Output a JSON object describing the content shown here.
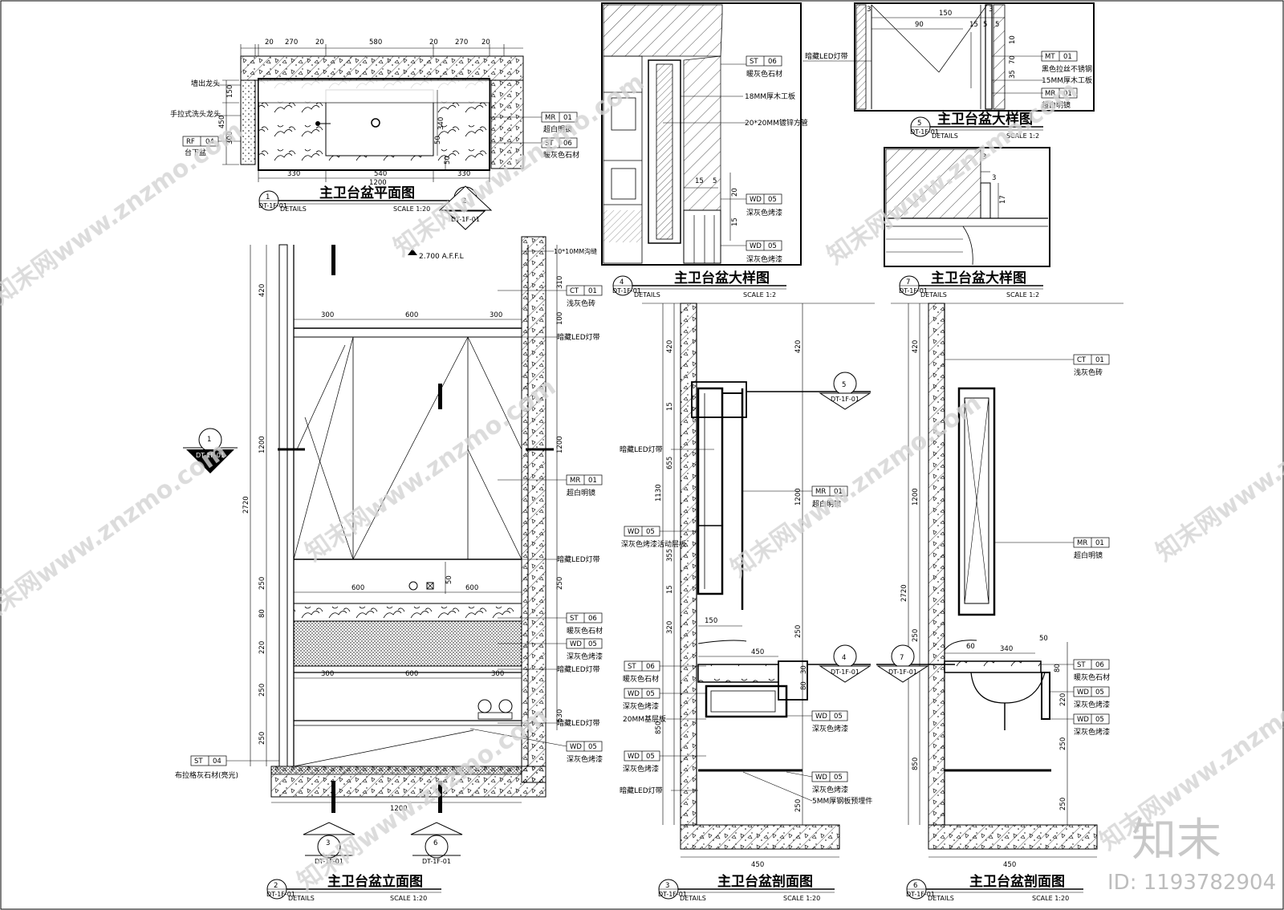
{
  "watermark": {
    "text": "知末网www.znzmo.com",
    "logo": "知末",
    "id": "ID: 1193782904"
  },
  "views": {
    "plan": {
      "title": "主卫台盆平面图",
      "no": "1",
      "sheet": "DT-1F-01",
      "details": "DETAILS",
      "scale": "SCALE 1:20"
    },
    "elev": {
      "title": "主卫台盆立面图",
      "no": "2",
      "sheet": "DT-1F-01",
      "details": "DETAILS",
      "scale": "SCALE 1:20"
    },
    "sec3": {
      "title": "主卫台盆剖面图",
      "no": "3",
      "sheet": "DT-1F-01",
      "details": "DETAILS",
      "scale": "SCALE 1:20"
    },
    "det4": {
      "title": "主卫台盆大样图",
      "no": "4",
      "sheet": "DT-1F-01",
      "details": "DETAILS",
      "scale": "SCALE 1:2"
    },
    "det5": {
      "title": "主卫台盆大样图",
      "no": "5",
      "sheet": "DT-1F-01",
      "details": "DETAILS",
      "scale": "SCALE 1:2"
    },
    "sec6": {
      "title": "主卫台盆剖面图",
      "no": "6",
      "sheet": "DT-1F-01",
      "details": "DETAILS",
      "scale": "SCALE 1:20"
    },
    "det7": {
      "title": "主卫台盆大样图",
      "no": "7",
      "sheet": "DT-1F-01",
      "details": "DETAILS",
      "scale": "SCALE 1:2"
    }
  },
  "markers": {
    "m1": {
      "no": "1",
      "sheet": "DT-1F-01"
    },
    "m2": {
      "no": "2",
      "sheet": "DT-1F-01"
    },
    "m3": {
      "no": "3",
      "sheet": "DT-1F-01"
    },
    "m4": {
      "no": "4",
      "sheet": "DT-1F-01"
    },
    "m5": {
      "no": "5",
      "sheet": "DT-1F-01"
    },
    "m6": {
      "no": "6",
      "sheet": "DT-1F-01"
    },
    "m7": {
      "no": "7",
      "sheet": "DT-1F-01"
    }
  },
  "plan_dims": {
    "top": [
      "20",
      "270",
      "20",
      "580",
      "20",
      "270",
      "20"
    ],
    "bottom": [
      "330",
      "540",
      "330",
      "1200"
    ],
    "side": [
      "150",
      "450",
      "300",
      "340",
      "50",
      "50"
    ]
  },
  "plan_notes": {
    "n1": "墙出龙头",
    "n2": "手拉式洗头龙头",
    "n3": "台下盆",
    "n3_code": "RF",
    "n3_no": "04"
  },
  "tags": {
    "p_mr": {
      "code": "MR",
      "no": "01",
      "text": "超白明镜"
    },
    "p_st": {
      "code": "ST",
      "no": "06",
      "text": "暖灰色石材"
    },
    "e_ct": {
      "code": "CT",
      "no": "01",
      "text": "浅灰色砖"
    },
    "e_mr": {
      "code": "MR",
      "no": "01",
      "text": "超白明镜"
    },
    "e_st": {
      "code": "ST",
      "no": "06",
      "text": "暖灰色石材"
    },
    "e_wd1": {
      "code": "WD",
      "no": "05",
      "text": "深灰色烤漆"
    },
    "e_wd2": {
      "code": "WD",
      "no": "05",
      "text": "深灰色烤漆"
    },
    "e_st4": {
      "code": "ST",
      "no": "04",
      "text": "布拉格灰石材(亮光)"
    },
    "d4_st": {
      "code": "ST",
      "no": "06",
      "text": "暖灰色石材"
    },
    "d4_wd1": {
      "code": "WD",
      "no": "05",
      "text": "深灰色烤漆"
    },
    "d4_wd2": {
      "code": "WD",
      "no": "05",
      "text": "深灰色烤漆"
    },
    "d5_mt": {
      "code": "MT",
      "no": "01",
      "text": "黑色拉丝不锈钢"
    },
    "d5_mr": {
      "code": "MR",
      "no": "01",
      "text": "超白明镜"
    },
    "s3_mr": {
      "code": "MR",
      "no": "01",
      "text": "超白明镜"
    },
    "s3_wdl": {
      "code": "WD",
      "no": "05",
      "text": "深灰色烤漆活动层板"
    },
    "s3_st": {
      "code": "ST",
      "no": "06",
      "text": "暖灰色石材"
    },
    "s3_wd2": {
      "code": "WD",
      "no": "05",
      "text": "深灰色烤漆"
    },
    "s3_wd3": {
      "code": "WD",
      "no": "05",
      "text": "深灰色烤漆"
    },
    "s3_wd4": {
      "code": "WD",
      "no": "05",
      "text": "深灰色烤漆"
    },
    "s3_wd5": {
      "code": "WD",
      "no": "05",
      "text": "深灰色烤漆"
    },
    "s6_ct": {
      "code": "CT",
      "no": "01",
      "text": "浅灰色砖"
    },
    "s6_mr": {
      "code": "MR",
      "no": "01",
      "text": "超白明镜"
    },
    "s6_st": {
      "code": "ST",
      "no": "06",
      "text": "暖灰色石材"
    },
    "s6_wd1": {
      "code": "WD",
      "no": "05",
      "text": "深灰色烤漆"
    },
    "s6_wd2": {
      "code": "WD",
      "no": "05",
      "text": "深灰色烤漆"
    }
  },
  "notes": {
    "e_groove": "10*10MM沟缝",
    "e_led1": "暗藏LED灯带",
    "e_led2": "暗藏LED灯带",
    "e_led3": "暗藏LED灯带",
    "e_led4": "暗藏LED灯带",
    "e_level": "2.700 A.F.F.L",
    "d4_wood": "18MM厚木工板",
    "d4_tube": "20*20MM镀锌方管",
    "d5_led": "暗藏LED灯带",
    "d5_board": "15MM厚木工板",
    "s3_led1": "暗藏LED灯带",
    "s3_led2": "暗藏LED灯带",
    "s3_base": "20MM基层板",
    "s3_steel": "5MM厚钢板预埋件"
  },
  "elev_dims": {
    "top": [
      "300",
      "600",
      "300"
    ],
    "mid": [
      "600",
      "600"
    ],
    "low": [
      "300",
      "600",
      "300"
    ],
    "bottom": "1200",
    "left": [
      "420",
      "1200",
      "250",
      "80",
      "220",
      "250",
      "250"
    ],
    "total": "2720",
    "right": [
      "310",
      "100",
      "1200",
      "250",
      "530"
    ],
    "tap": "50"
  },
  "sec3_dims": {
    "left": [
      "420",
      "15",
      "655",
      "1130",
      "355",
      "15",
      "320",
      "850"
    ],
    "right": [
      "420",
      "1200",
      "250",
      "30",
      "80",
      "250"
    ],
    "h": [
      "150",
      "450",
      "450"
    ],
    "d4": [
      "15",
      "5",
      "20",
      "15"
    ]
  },
  "sec6_dims": {
    "left": [
      "420",
      "1200",
      "250",
      "2720",
      "850"
    ],
    "right": [
      "60",
      "220",
      "250",
      "250",
      "80"
    ],
    "h": [
      "340",
      "50",
      "450"
    ]
  },
  "det5_dims": [
    "150",
    "90",
    "15",
    "5",
    "5",
    "10",
    "70",
    "35",
    "3",
    "3"
  ],
  "det7_dims": [
    "3",
    "3",
    "17"
  ]
}
